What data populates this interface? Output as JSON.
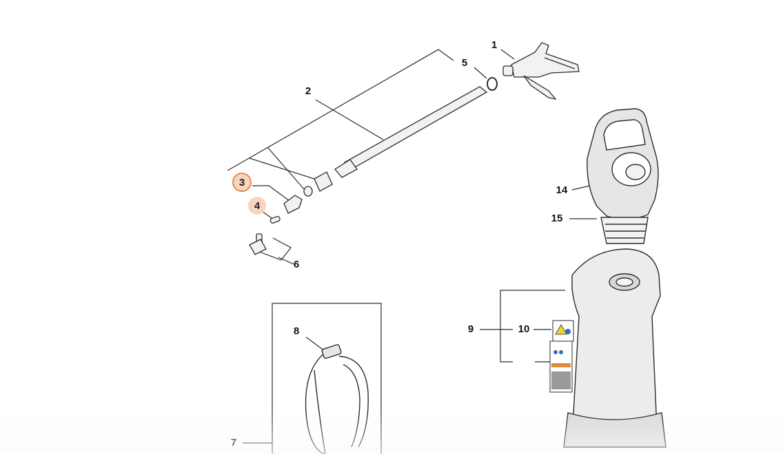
{
  "diagram": {
    "parts": [
      {
        "id": "1",
        "label": "1"
      },
      {
        "id": "2",
        "label": "2"
      },
      {
        "id": "3",
        "label": "3",
        "state": "selected"
      },
      {
        "id": "4",
        "label": "4",
        "state": "highlighted"
      },
      {
        "id": "5",
        "label": "5"
      },
      {
        "id": "6",
        "label": "6"
      },
      {
        "id": "7",
        "label": "7"
      },
      {
        "id": "8",
        "label": "8"
      },
      {
        "id": "9",
        "label": "9"
      },
      {
        "id": "10",
        "label": "10"
      },
      {
        "id": "14",
        "label": "14"
      },
      {
        "id": "15",
        "label": "15"
      }
    ],
    "colors": {
      "line": "#2b2b2b",
      "selected_ring": "#e7894a",
      "selected_fill": "#f6d6c2",
      "highlight_fill": "#f8d3bd",
      "warning_yellow": "#f2d33a",
      "info_blue": "#2c6fb5",
      "label_gray": "#9a9a9a",
      "label_orange": "#e08a3a"
    }
  }
}
